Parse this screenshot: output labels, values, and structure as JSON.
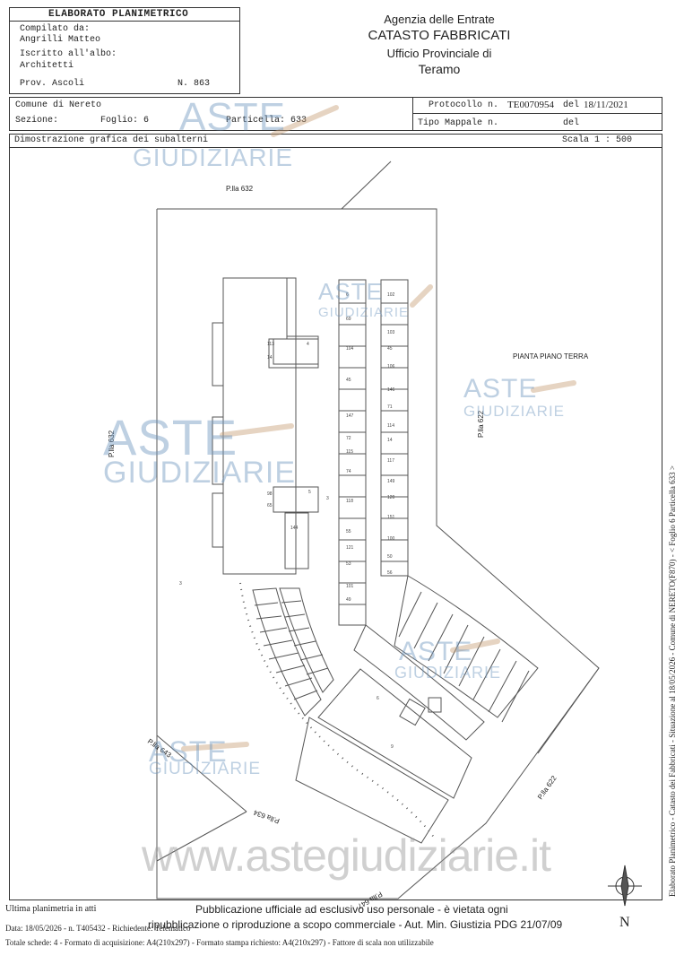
{
  "header": {
    "title": "ELABORATO PLANIMETRICO",
    "compilato_label": "Compilato da:",
    "compilato_name": "Angrilli Matteo",
    "iscritto_label": "Iscritto all'albo:",
    "iscritto_value": "Architetti",
    "prov": "Prov. Ascoli",
    "numero": "N. 863",
    "agency_line1": "Agenzia delle Entrate",
    "agency_line2": "CATASTO FABBRICATI",
    "agency_line3": "Ufficio Provinciale di",
    "agency_line4": "Teramo"
  },
  "info": {
    "comune": "Comune di Nereto",
    "sezione_label": "Sezione:",
    "foglio": "Foglio: 6",
    "particella": "Particella: 633",
    "protocollo_label": "Protocollo n.",
    "protocollo_value": "TE0070954",
    "del_label": "del",
    "protocollo_date": "18/11/2021",
    "tipo_mappale": "Tipo Mappale n.",
    "tipo_del": "del",
    "dimostrazione": "Dimostrazione grafica dei subalterni",
    "scala": "Scala 1 : 500"
  },
  "plan": {
    "pianta": "PIANTA PIANO TERRA",
    "pla_632_top": "P.lla 632",
    "pla_632_left": "P.lla 632",
    "pla_622_mid": "P.lla 622",
    "pla_622_bottom": "P.lla 622",
    "pla_643": "P.lla 643",
    "pla_634": "P.lla 634",
    "pla_647": "P.lla 647",
    "north": "N"
  },
  "watermarks": {
    "aste": "ASTE",
    "giudiziarie": "GIUDIZIARIE",
    "site": "www.astegiudiziarie.it"
  },
  "footer": {
    "ultima": "Ultima planimetria in atti",
    "data_line": "Data: 18/05/2026 - n. T405432 - Richiedente: Telematico",
    "totale_line": "Totale schede: 4 - Formato di acquisizione: A4(210x297)  - Formato stampa richiesto: A4(210x297) - Fattore di scala non utilizzabile",
    "pubblicazione1": "Pubblicazione ufficiale ad esclusivo uso personale - è vietata ogni",
    "pubblicazione2": "ripubblicazione o riproduzione a scopo commerciale - Aut. Min. Giustizia PDG 21/07/09",
    "side_text": "Elaborato Planimetrico - Catasto dei Fabbricati - Situazione al 18/05/2026 - Comune di NERETO(F870) - < Foglio 6 Particella 633 >"
  }
}
